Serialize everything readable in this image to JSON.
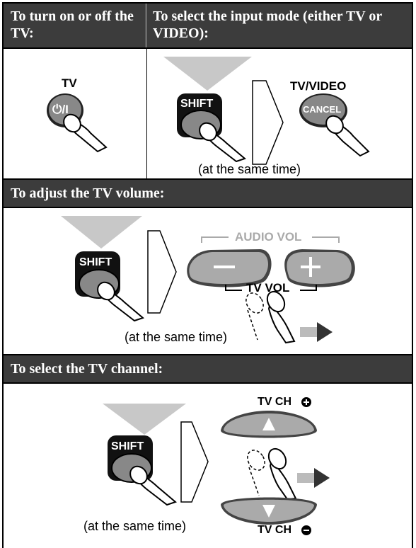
{
  "header_top_left": "To turn on or off the TV:",
  "header_top_right": "To select the input mode (either TV or VIDEO):",
  "label_tv": "TV",
  "label_power_button": "⏻/I",
  "label_shift": "SHIFT",
  "label_tv_video": "TV/VIDEO",
  "label_cancel": "CANCEL",
  "caption_same_time": "(at the same time)",
  "header_volume": "To adjust the TV volume:",
  "label_audio_vol": "AUDIO VOL",
  "label_tv_vol": "TV VOL",
  "header_channel": "To select the TV channel:",
  "label_tv_ch_plus": "TV CH",
  "label_tv_ch_minus": "TV CH"
}
